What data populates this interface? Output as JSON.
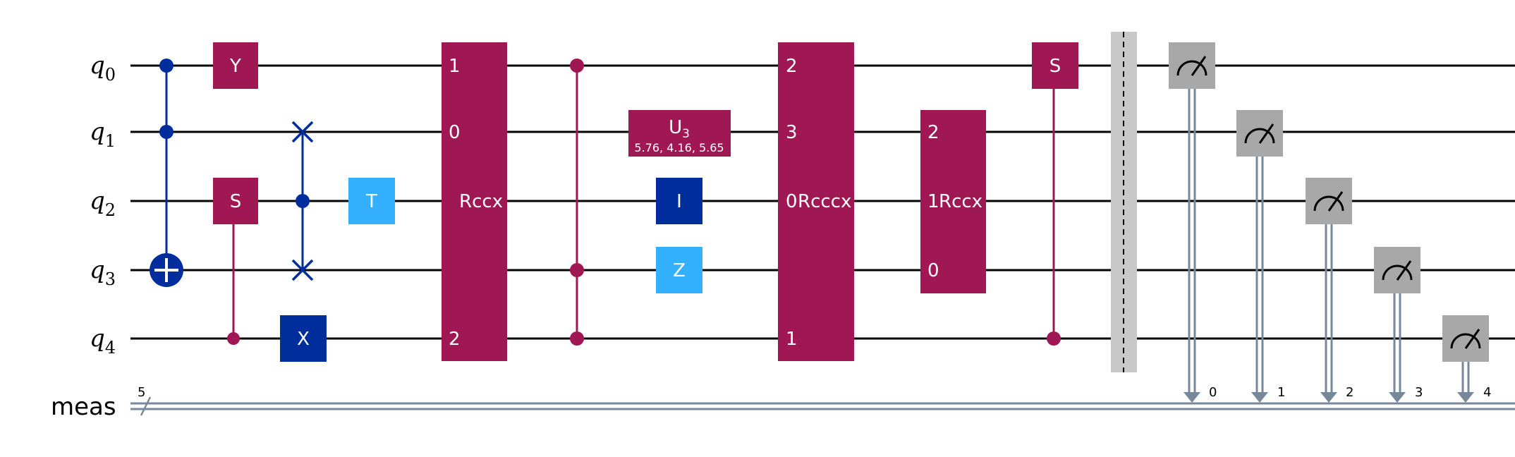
{
  "colors": {
    "wire": "#000000",
    "classical": "#778899",
    "magenta": "#9f1853",
    "dark_blue": "#002d9c",
    "light_blue": "#33b1ff",
    "measure_gray": "#a8a8a8",
    "barrier_gray": "#c8c8c8"
  },
  "qubits": [
    {
      "name": "q",
      "index": "0"
    },
    {
      "name": "q",
      "index": "1"
    },
    {
      "name": "q",
      "index": "2"
    },
    {
      "name": "q",
      "index": "3"
    },
    {
      "name": "q",
      "index": "4"
    }
  ],
  "classical_register": {
    "label": "meas",
    "size": "5",
    "bits": [
      "0",
      "1",
      "2",
      "3",
      "4"
    ]
  },
  "gates": {
    "y": "Y",
    "s_q2": "S",
    "x_q4": "X",
    "t_q2": "T",
    "rccx1": {
      "label": "Rccx",
      "ports": [
        "1",
        "0",
        "2"
      ]
    },
    "u3": {
      "label": "U",
      "subscript": "3",
      "params": "5.76, 4.16, 5.65"
    },
    "i": "I",
    "z": "Z",
    "rcccx": {
      "label": "Rcccx",
      "ports": [
        "2",
        "3",
        "0",
        "1"
      ]
    },
    "rccx2": {
      "label": "Rccx",
      "ports": [
        "2",
        "1",
        "0"
      ]
    },
    "s_q0": "S"
  },
  "icons": [
    "measure-meter-icon",
    "cnot-target-icon",
    "swap-x-icon",
    "control-dot-icon",
    "barrier-icon"
  ]
}
